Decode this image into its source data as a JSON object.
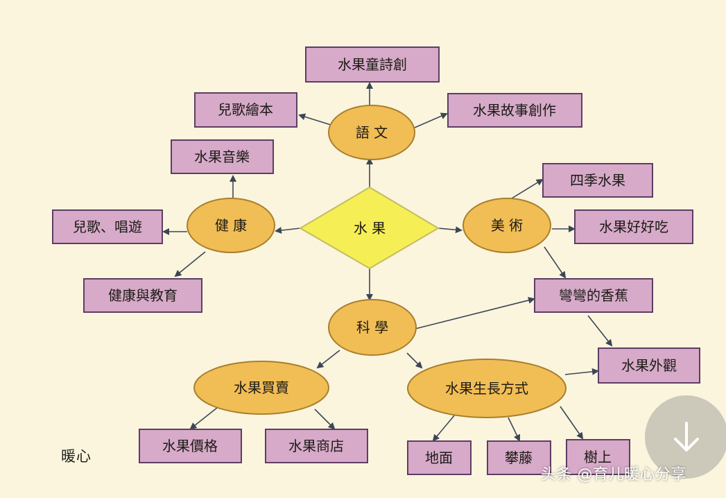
{
  "colors": {
    "background": "#fbf5de",
    "box_fill": "#d6aac8",
    "box_border": "#5d3d63",
    "ellipse_fill": "#f1bd55",
    "ellipse_border": "#a77f2d",
    "diamond_fill": "#f6ee55",
    "diamond_border": "#c2bd62",
    "arrow": "#3b4655"
  },
  "diagram": {
    "center": "水 果",
    "subjects": {
      "language": "語 文",
      "health": "健 康",
      "art": "美 術",
      "science": "科 學",
      "trade": "水果買賣",
      "growth": "水果生長方式"
    },
    "leaves": {
      "poem": "水果童詩創",
      "picture_book": "兒歌繪本",
      "story": "水果故事創作",
      "music": "水果音樂",
      "songs_games": "兒歌、唱遊",
      "health_edu": "健康與教育",
      "seasons": "四季水果",
      "tasty": "水果好好吃",
      "banana": "彎彎的香蕉",
      "appearance": "水果外觀",
      "price": "水果價格",
      "shop": "水果商店",
      "ground": "地面",
      "vine": "攀藤",
      "tree": "樹上"
    }
  },
  "signature": "暖心",
  "watermark": "头条 @育儿暖心分享",
  "scroll_icon": "arrow-down-icon"
}
